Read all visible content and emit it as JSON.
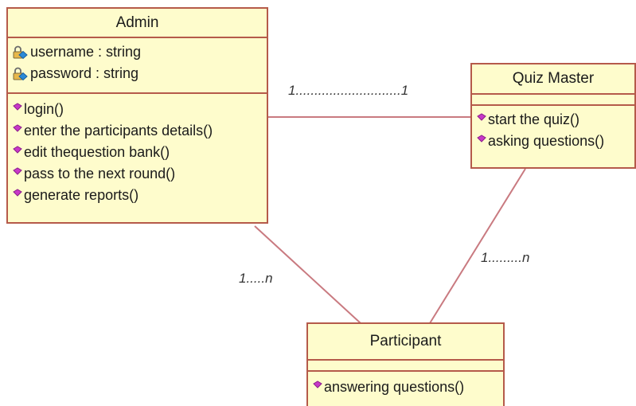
{
  "colors": {
    "class_fill": "#fefccc",
    "class_border": "#b55a4a",
    "association_line": "#c97a80",
    "operation_icon": "#c838c8",
    "attribute_icon": "#2a8ad8"
  },
  "classes": {
    "admin": {
      "name": "Admin",
      "attributes": [
        {
          "text": "username : string",
          "icon": "private-attribute-lock-icon"
        },
        {
          "text": "password : string",
          "icon": "private-attribute-lock-icon"
        }
      ],
      "operations": [
        {
          "text": "login()",
          "icon": "operation-icon"
        },
        {
          "text": "enter the participants details()",
          "icon": "operation-icon"
        },
        {
          "text": "edit thequestion bank()",
          "icon": "operation-icon"
        },
        {
          "text": "pass to the next round()",
          "icon": "operation-icon"
        },
        {
          "text": "generate reports()",
          "icon": "operation-icon"
        }
      ]
    },
    "quiz_master": {
      "name": "Quiz Master",
      "attributes": [],
      "operations": [
        {
          "text": "start the quiz()",
          "icon": "operation-icon"
        },
        {
          "text": "asking questions()",
          "icon": "operation-icon"
        }
      ]
    },
    "participant": {
      "name": "Participant",
      "attributes": [],
      "operations": [
        {
          "text": "answering questions()",
          "icon": "operation-icon"
        }
      ]
    }
  },
  "associations": [
    {
      "from": "Admin",
      "to": "Quiz Master",
      "multiplicity": "1............................1"
    },
    {
      "from": "Admin",
      "to": "Participant",
      "multiplicity": "1.....n"
    },
    {
      "from": "Quiz Master",
      "to": "Participant",
      "multiplicity": "1.........n"
    }
  ]
}
